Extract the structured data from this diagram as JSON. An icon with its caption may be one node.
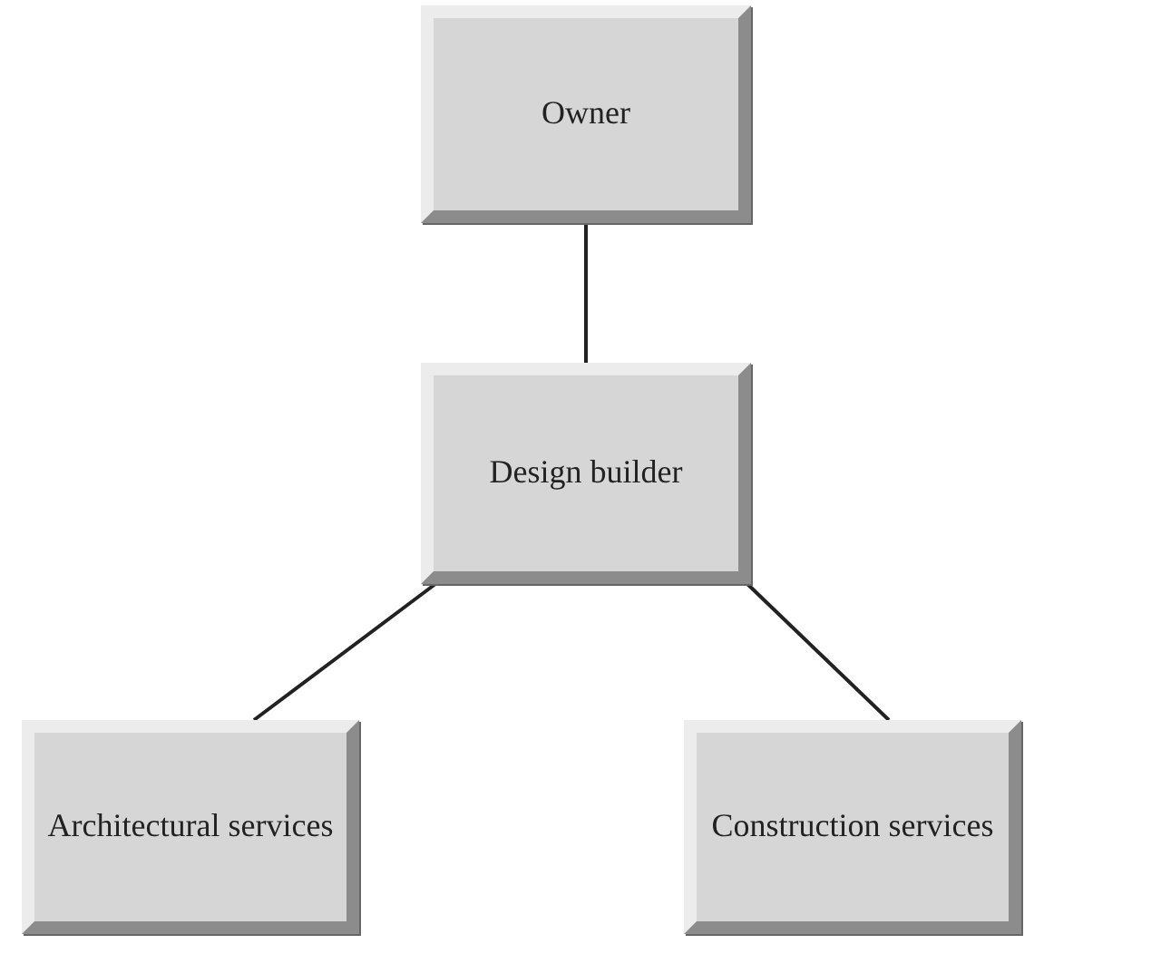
{
  "diagram": {
    "nodes": [
      {
        "text": [
          "Owner"
        ]
      },
      {
        "text": [
          "Design builder"
        ]
      },
      {
        "text": [
          "Architectural services"
        ]
      },
      {
        "text": [
          "Construction services"
        ]
      }
    ],
    "edges": [
      {
        "from": 0,
        "to": 1,
        "arrow": "none"
      },
      {
        "from": 1,
        "to": 2,
        "arrow": "none"
      },
      {
        "from": 1,
        "to": 3,
        "arrow": "none"
      }
    ]
  }
}
